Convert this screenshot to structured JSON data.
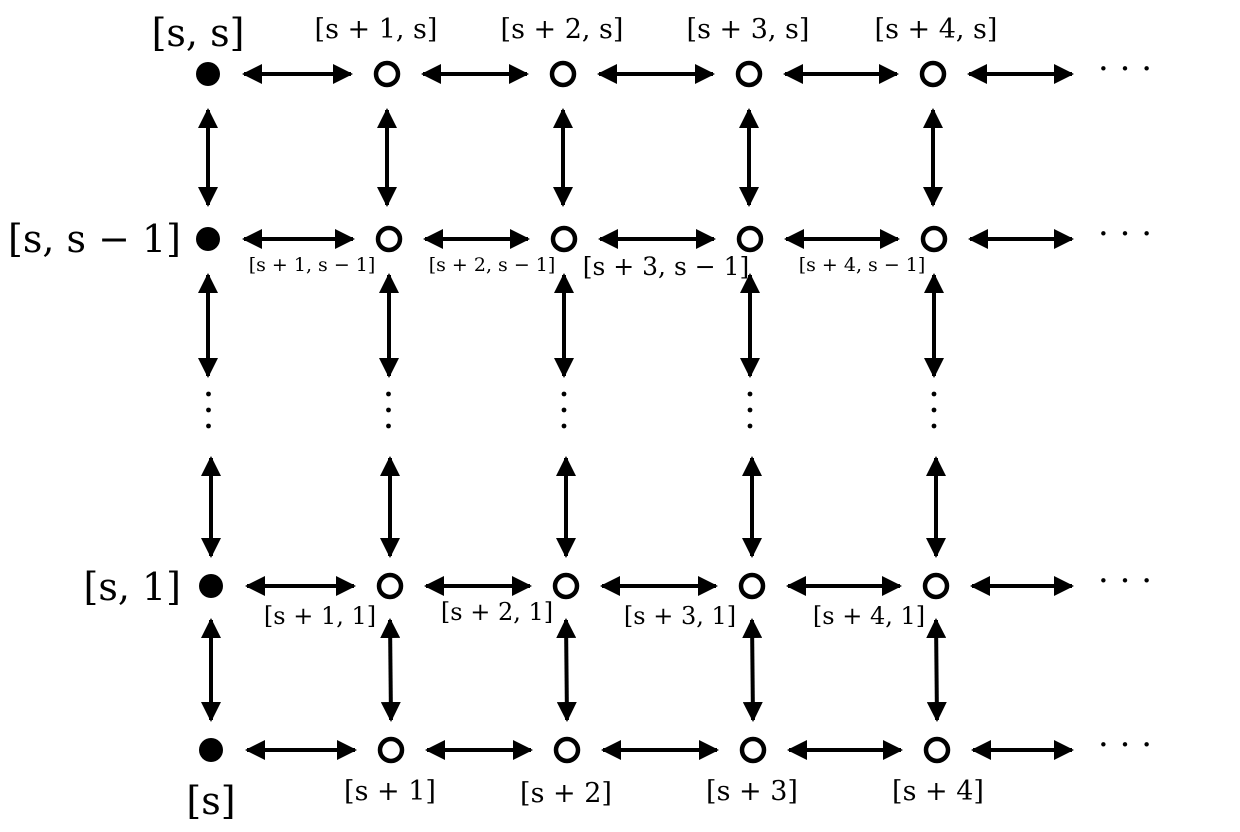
{
  "nodes": {
    "row_top": [
      {
        "label": "[s, s]",
        "filled": true
      },
      {
        "label": "[s + 1, s]",
        "filled": false
      },
      {
        "label": "[s + 2, s]",
        "filled": false
      },
      {
        "label": "[s + 3, s]",
        "filled": false
      },
      {
        "label": "[s + 4, s]",
        "filled": false
      }
    ],
    "row_second": [
      {
        "label": "[s, s − 1]",
        "filled": true
      },
      {
        "label": "[s + 1, s − 1]",
        "filled": false
      },
      {
        "label": "[s + 2, s − 1]",
        "filled": false
      },
      {
        "label": "[s + 3, s − 1]",
        "filled": false
      },
      {
        "label": "[s + 4, s − 1]",
        "filled": false
      }
    ],
    "row_third": [
      {
        "label": "[s, 1]",
        "filled": true
      },
      {
        "label": "[s + 1, 1]",
        "filled": false
      },
      {
        "label": "[s + 2, 1]",
        "filled": false
      },
      {
        "label": "[s + 3, 1]",
        "filled": false
      },
      {
        "label": "[s + 4, 1]",
        "filled": false
      }
    ],
    "row_bottom": [
      {
        "label": "[s]",
        "filled": true
      },
      {
        "label": "[s + 1]",
        "filled": false
      },
      {
        "label": "[s + 2]",
        "filled": false
      },
      {
        "label": "[s + 3]",
        "filled": false
      },
      {
        "label": "[s + 4]",
        "filled": false
      }
    ]
  },
  "continuation": {
    "horizontal": "· · ·",
    "vertical": "⋮"
  }
}
